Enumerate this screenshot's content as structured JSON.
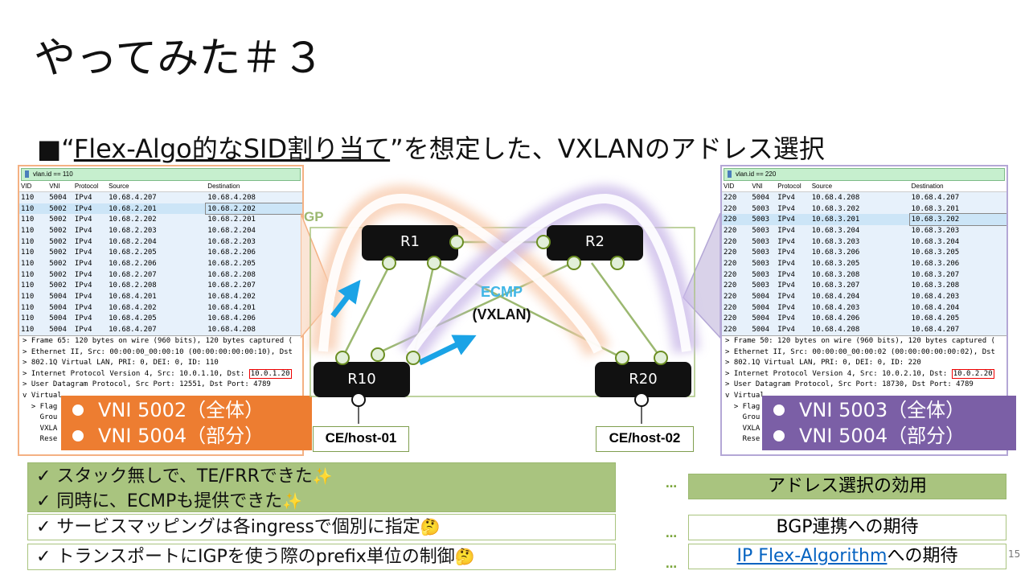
{
  "slide": {
    "title": "やってみた＃３",
    "subtitle_prefix": "■“",
    "subtitle_underlined": "Flex-Algo的なSID割り当て",
    "subtitle_suffix": "”を想定した、VXLANのアドレス選択",
    "page_number": "15"
  },
  "left_capture": {
    "filter": "vlan.id == 110",
    "columns": [
      "VID",
      "VNI",
      "Protocol",
      "Source",
      "Destination"
    ],
    "rows": [
      [
        "110",
        "5004",
        "IPv4",
        "10.68.4.207",
        "10.68.4.208"
      ],
      [
        "110",
        "5002",
        "IPv4",
        "10.68.2.201",
        "10.68.2.202"
      ],
      [
        "110",
        "5002",
        "IPv4",
        "10.68.2.202",
        "10.68.2.201"
      ],
      [
        "110",
        "5002",
        "IPv4",
        "10.68.2.203",
        "10.68.2.204"
      ],
      [
        "110",
        "5002",
        "IPv4",
        "10.68.2.204",
        "10.68.2.203"
      ],
      [
        "110",
        "5002",
        "IPv4",
        "10.68.2.205",
        "10.68.2.206"
      ],
      [
        "110",
        "5002",
        "IPv4",
        "10.68.2.206",
        "10.68.2.205"
      ],
      [
        "110",
        "5002",
        "IPv4",
        "10.68.2.207",
        "10.68.2.208"
      ],
      [
        "110",
        "5002",
        "IPv4",
        "10.68.2.208",
        "10.68.2.207"
      ],
      [
        "110",
        "5004",
        "IPv4",
        "10.68.4.201",
        "10.68.4.202"
      ],
      [
        "110",
        "5004",
        "IPv4",
        "10.68.4.202",
        "10.68.4.201"
      ],
      [
        "110",
        "5004",
        "IPv4",
        "10.68.4.205",
        "10.68.4.206"
      ],
      [
        "110",
        "5004",
        "IPv4",
        "10.68.4.207",
        "10.68.4.208"
      ]
    ],
    "selected_row": 1,
    "details": [
      "> Frame 65: 120 bytes on wire (960 bits), 120 bytes captured (",
      "> Ethernet II, Src: 00:00:00_00:00:10 (00:00:00:00:00:10), Dst",
      "> 802.1Q Virtual LAN, PRI: 0, DEI: 0, ID: 110",
      "> Internet Protocol Version 4, Src: 10.0.1.10, Dst: ",
      "> User Datagram Protocol, Src Port: 12551, Dst Port: 4789",
      "v Virtual",
      "  > Flag",
      "    Grou",
      "    VXLA",
      "    Rese"
    ],
    "highlight_dst": "10.0.1.20",
    "vni_lines": [
      "VNI 5002（全体）",
      "VNI 5004（部分）"
    ],
    "vni_color": "#ed7d31"
  },
  "right_capture": {
    "filter": "vlan.id == 220",
    "columns": [
      "VID",
      "VNI",
      "Protocol",
      "Source",
      "Destination"
    ],
    "rows": [
      [
        "220",
        "5004",
        "IPv4",
        "10.68.4.208",
        "10.68.4.207"
      ],
      [
        "220",
        "5003",
        "IPv4",
        "10.68.3.202",
        "10.68.3.201"
      ],
      [
        "220",
        "5003",
        "IPv4",
        "10.68.3.201",
        "10.68.3.202"
      ],
      [
        "220",
        "5003",
        "IPv4",
        "10.68.3.204",
        "10.68.3.203"
      ],
      [
        "220",
        "5003",
        "IPv4",
        "10.68.3.203",
        "10.68.3.204"
      ],
      [
        "220",
        "5003",
        "IPv4",
        "10.68.3.206",
        "10.68.3.205"
      ],
      [
        "220",
        "5003",
        "IPv4",
        "10.68.3.205",
        "10.68.3.206"
      ],
      [
        "220",
        "5003",
        "IPv4",
        "10.68.3.208",
        "10.68.3.207"
      ],
      [
        "220",
        "5003",
        "IPv4",
        "10.68.3.207",
        "10.68.3.208"
      ],
      [
        "220",
        "5004",
        "IPv4",
        "10.68.4.204",
        "10.68.4.203"
      ],
      [
        "220",
        "5004",
        "IPv4",
        "10.68.4.203",
        "10.68.4.204"
      ],
      [
        "220",
        "5004",
        "IPv4",
        "10.68.4.206",
        "10.68.4.205"
      ],
      [
        "220",
        "5004",
        "IPv4",
        "10.68.4.208",
        "10.68.4.207"
      ]
    ],
    "selected_row": 2,
    "details": [
      "> Frame 50: 120 bytes on wire (960 bits), 120 bytes captured (",
      "> Ethernet II, Src: 00:00:00_00:00:02 (00:00:00:00:00:02), Dst",
      "> 802.1Q Virtual LAN, PRI: 0, DEI: 0, ID: 220",
      "> Internet Protocol Version 4, Src: 10.0.2.10, Dst: ",
      "> User Datagram Protocol, Src Port: 18730, Dst Port: 4789",
      "v Virtual",
      "  > Flag",
      "    Grou",
      "    VXLA",
      "    Rese"
    ],
    "highlight_dst": "10.0.2.20",
    "vni_lines": [
      "VNI 5003（全体）",
      "VNI 5004（部分）"
    ],
    "vni_color": "#7b5fa6"
  },
  "diagram": {
    "igp_label": "GP",
    "ecmp_label": "ECMP",
    "vxlan_label": "(VXLAN)",
    "routers": [
      "R1",
      "R2",
      "R10",
      "R20"
    ],
    "hosts": [
      "CE/host-01",
      "CE/host-02"
    ]
  },
  "checks": [
    "✓ スタック無しで、TE/FRRできた",
    "✓ 同時に、ECMPも提供できた",
    "✓ サービスマッピングは各ingressで個別に指定",
    "✓ トランスポートにIGPを使う際のprefix単位の制御"
  ],
  "results": {
    "ellipsis": "…",
    "item1": "アドレス選択の効用",
    "item2": "BGP連携への期待",
    "item3_link": "IP Flex-Algorithm",
    "item3_suffix": "への期待"
  },
  "emoji": {
    "sparkle": "✨",
    "thinking": "🤔"
  }
}
